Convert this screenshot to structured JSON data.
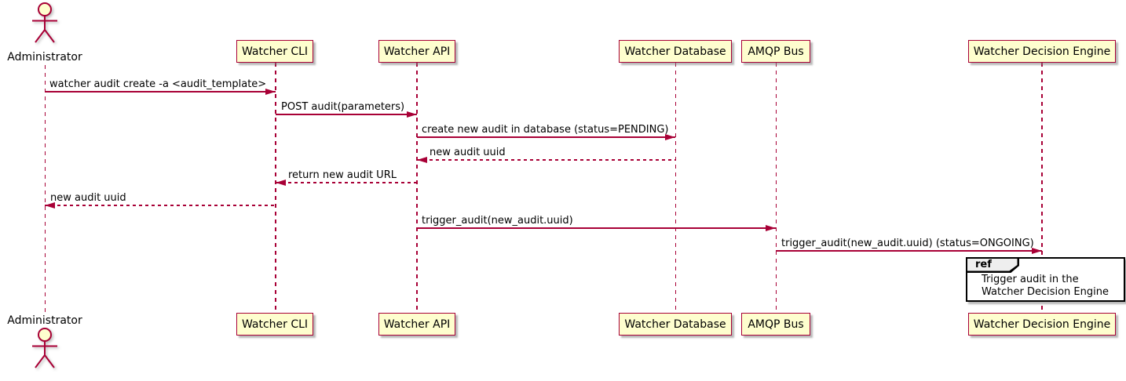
{
  "diagram": {
    "type": "sequence-diagram",
    "colors": {
      "participant_fill": "#FEFECE",
      "stroke": "#A80036",
      "text": "#000000",
      "ref_border": "#000000",
      "ref_tab_fill": "#EEEEEE",
      "background": "#FFFFFF"
    },
    "participants": [
      {
        "id": "administrator",
        "label": "Administrator",
        "kind": "actor"
      },
      {
        "id": "watcher-cli",
        "label": "Watcher CLI",
        "kind": "participant"
      },
      {
        "id": "watcher-api",
        "label": "Watcher API",
        "kind": "participant"
      },
      {
        "id": "watcher-database",
        "label": "Watcher Database",
        "kind": "participant"
      },
      {
        "id": "amqp-bus",
        "label": "AMQP Bus",
        "kind": "participant"
      },
      {
        "id": "watcher-decision-engine",
        "label": "Watcher Decision Engine",
        "kind": "participant"
      }
    ],
    "messages": [
      {
        "from": "Administrator",
        "to": "Watcher CLI",
        "label": "watcher audit create -a <audit_template>",
        "line": "solid"
      },
      {
        "from": "Watcher CLI",
        "to": "Watcher API",
        "label": "POST audit(parameters)",
        "line": "solid"
      },
      {
        "from": "Watcher API",
        "to": "Watcher Database",
        "label": "create new audit in database (status=PENDING)",
        "line": "solid"
      },
      {
        "from": "Watcher Database",
        "to": "Watcher API",
        "label": "new audit uuid",
        "line": "dotted"
      },
      {
        "from": "Watcher API",
        "to": "Watcher CLI",
        "label": "return new audit URL",
        "line": "dotted"
      },
      {
        "from": "Watcher CLI",
        "to": "Administrator",
        "label": "new audit uuid",
        "line": "dotted"
      },
      {
        "from": "Watcher API",
        "to": "AMQP Bus",
        "label": "trigger_audit(new_audit.uuid)",
        "line": "solid"
      },
      {
        "from": "AMQP Bus",
        "to": "Watcher Decision Engine",
        "label": "trigger_audit(new_audit.uuid) (status=ONGOING)",
        "line": "solid"
      }
    ],
    "ref": {
      "keyword": "ref",
      "over": "Watcher Decision Engine",
      "lines": [
        "Trigger audit in the",
        "Watcher Decision Engine"
      ]
    }
  }
}
